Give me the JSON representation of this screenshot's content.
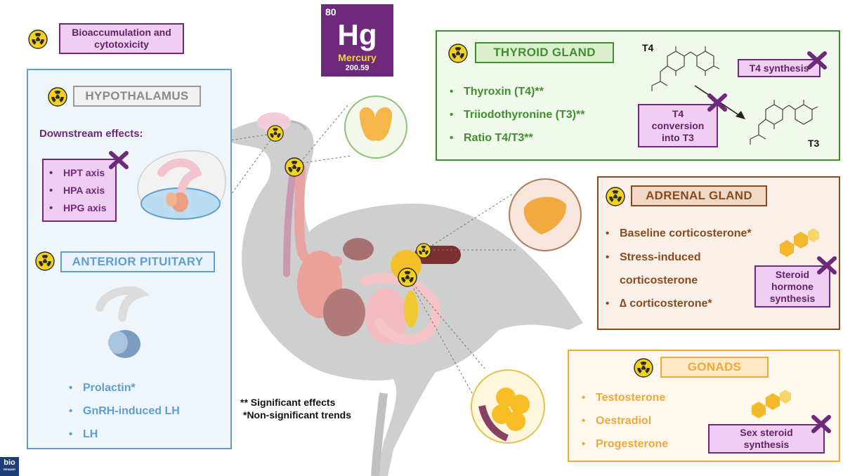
{
  "element": {
    "number": "80",
    "symbol": "Hg",
    "name": "Mercury",
    "mass": "200.59"
  },
  "bioaccumulation": "Bioaccumulation and cytotoxicity",
  "hypothalamus": {
    "title": "HYPOTHALAMUS",
    "downstream_label": "Downstream effects:",
    "axes": [
      "HPT axis",
      "HPA axis",
      "HPG axis"
    ]
  },
  "pituitary": {
    "title": "ANTERIOR PITUITARY",
    "items": [
      "Prolactin*",
      "GnRH-induced LH",
      "LH"
    ]
  },
  "thyroid": {
    "title": "THYROID GLAND",
    "items": [
      "Thyroxin (T4)**",
      "Triiodothyronine (T3)**",
      "Ratio T4/T3**"
    ],
    "t4_label": "T4",
    "t3_label": "T3",
    "t4_synthesis": "T4 synthesis",
    "t4_conversion": "T4 conversion into T3"
  },
  "adrenal": {
    "title": "ADRENAL GLAND",
    "items": [
      "Baseline corticosterone*",
      "Stress-induced corticosterone",
      "∆ corticosterone*"
    ],
    "steroid_synthesis": "Steroid hormone synthesis"
  },
  "gonads": {
    "title": "GONADS",
    "items": [
      "Testosterone",
      "Oestradiol",
      "Progesterone"
    ],
    "sex_steroid": "Sex steroid synthesis"
  },
  "legend": {
    "significant": "** Significant effects",
    "nonsignificant": "*Non-significant trends"
  },
  "logo": {
    "top": "bio",
    "bottom": "RENDER"
  },
  "colors": {
    "purple": "#6e2a7a",
    "purple_fill": "#f0cdf2",
    "blue": "#5d9fd0",
    "blue_fill": "#eef5fb",
    "green": "#3f8f2d",
    "green_fill": "#f1f8ec",
    "brown": "#8a4a1e",
    "brown_fill": "#faf0e8",
    "orange": "#f0a83a",
    "orange_fill": "#fff8ec",
    "gray": "#8c8c8c"
  },
  "icons": [
    "radiation-hazard-icon",
    "cross-mark-icon",
    "hexagon-molecule-icon"
  ]
}
